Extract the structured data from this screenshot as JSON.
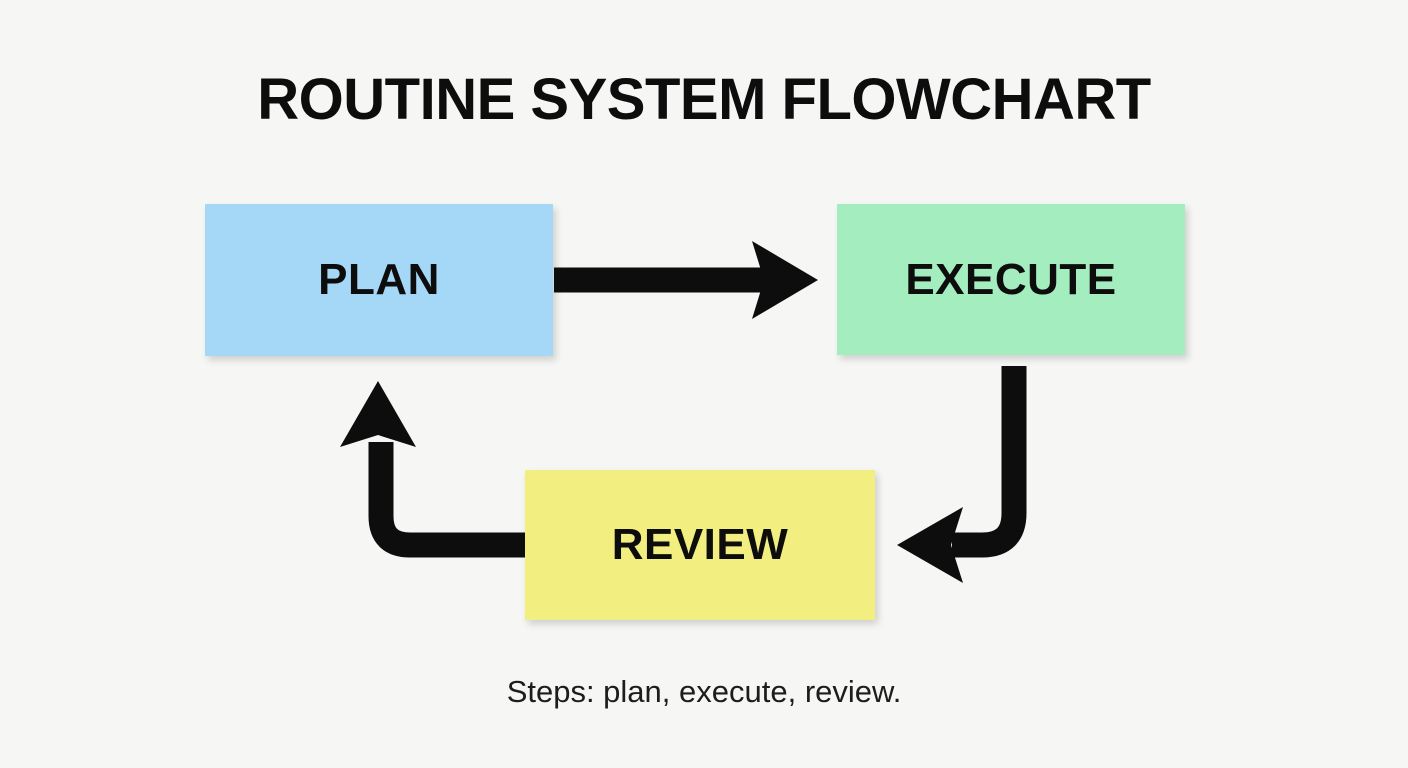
{
  "page": {
    "title": "ROUTINE SYSTEM FLOWCHART",
    "caption": "Steps: plan, execute, review.",
    "background_color": "#f6f6f4",
    "text_color": "#0d0d0d"
  },
  "flowchart": {
    "type": "cycle",
    "arrow_color": "#0d0d0d",
    "nodes": [
      {
        "id": "plan",
        "label": "PLAN",
        "color": "#a5d8f6"
      },
      {
        "id": "execute",
        "label": "EXECUTE",
        "color": "#a3edbe"
      },
      {
        "id": "review",
        "label": "REVIEW",
        "color": "#f2ee80"
      }
    ],
    "edges": [
      {
        "from": "plan",
        "to": "execute",
        "shape": "straight-right"
      },
      {
        "from": "execute",
        "to": "review",
        "shape": "down-then-left"
      },
      {
        "from": "review",
        "to": "plan",
        "shape": "left-then-up"
      }
    ]
  }
}
